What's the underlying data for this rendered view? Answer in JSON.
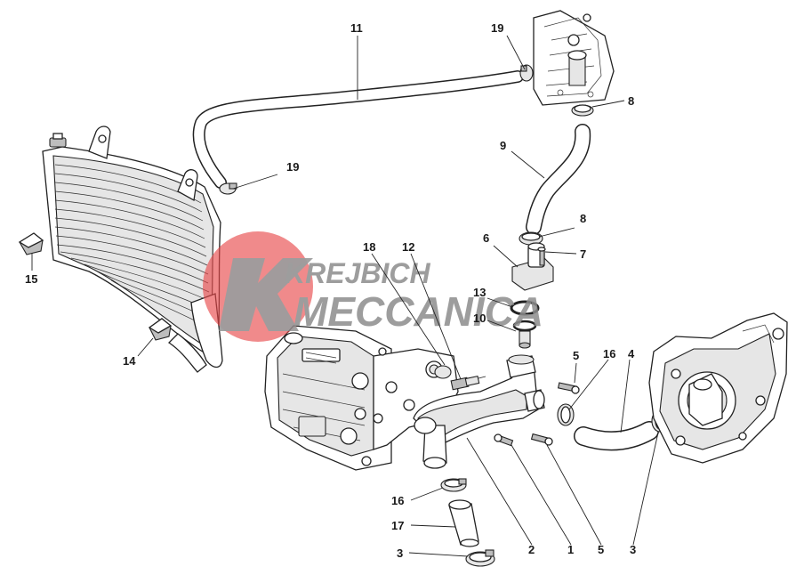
{
  "watermark": {
    "line1": "KREJBICH",
    "line2": "MECCANICA",
    "colors": {
      "red": "#e8484a",
      "grey": "#8c8c8c"
    }
  },
  "callouts": {
    "c1": "1",
    "c2": "2",
    "c3a": "3",
    "c3b": "3",
    "c4": "4",
    "c5a": "5",
    "c5b": "5",
    "c6": "6",
    "c7": "7",
    "c8a": "8",
    "c8b": "8",
    "c9": "9",
    "c10": "10",
    "c11": "11",
    "c12": "12",
    "c13": "13",
    "c14": "14",
    "c15": "15",
    "c16a": "16",
    "c16b": "16",
    "c17": "17",
    "c18": "18",
    "c19a": "19",
    "c19b": "19"
  }
}
